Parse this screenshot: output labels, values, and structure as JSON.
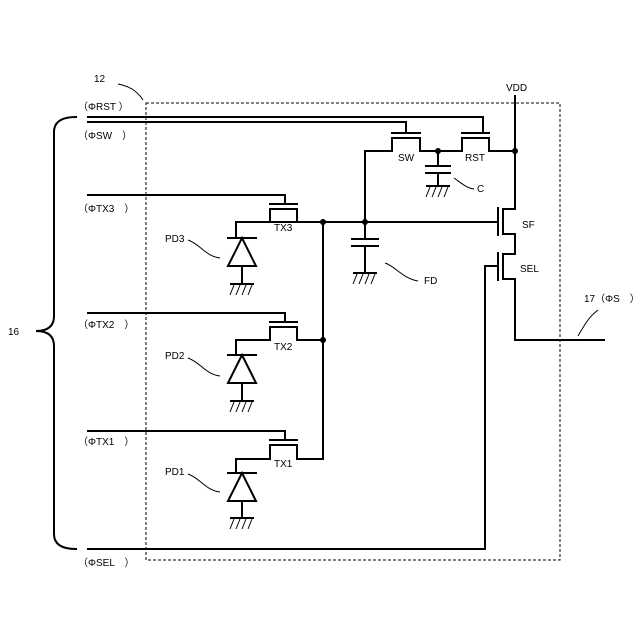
{
  "labels": {
    "block": "12",
    "bus": "16",
    "output": "17（ΦS　）",
    "vdd": "VDD",
    "signals": {
      "rst": "（ΦRST ）",
      "sw": "（ΦSW　）",
      "tx3": "（ΦTX3　）",
      "tx2": "（ΦTX2　）",
      "tx1": "（ΦTX1　）",
      "sel": "（ΦSEL　）"
    },
    "devices": {
      "sw": "SW",
      "rst": "RST",
      "c": "C",
      "sf": "SF",
      "sel": "SEL",
      "fd": "FD",
      "tx3": "TX3",
      "tx2": "TX2",
      "tx1": "TX1",
      "pd3": "PD3",
      "pd2": "PD2",
      "pd1": "PD1"
    }
  }
}
